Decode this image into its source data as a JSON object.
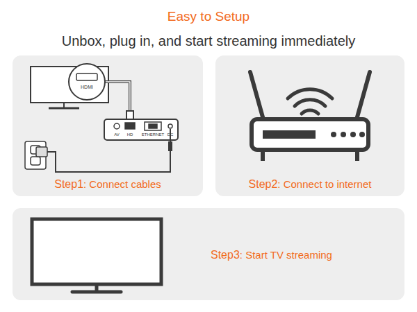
{
  "diagram": {
    "title": "Easy to Setup",
    "nodes": [
      {
        "text": [
          "Step1",
          ": Connect cables"
        ]
      },
      {
        "text": [
          "Step2",
          ": Connect to internet"
        ]
      },
      {
        "text": [
          "Step3",
          ": Start TV streaming"
        ]
      }
    ],
    "labels": [
      "Unbox, plug in, and start streaming immediately",
      "HDMI",
      "AV",
      "HD",
      "ETHERNET",
      "DC"
    ]
  }
}
